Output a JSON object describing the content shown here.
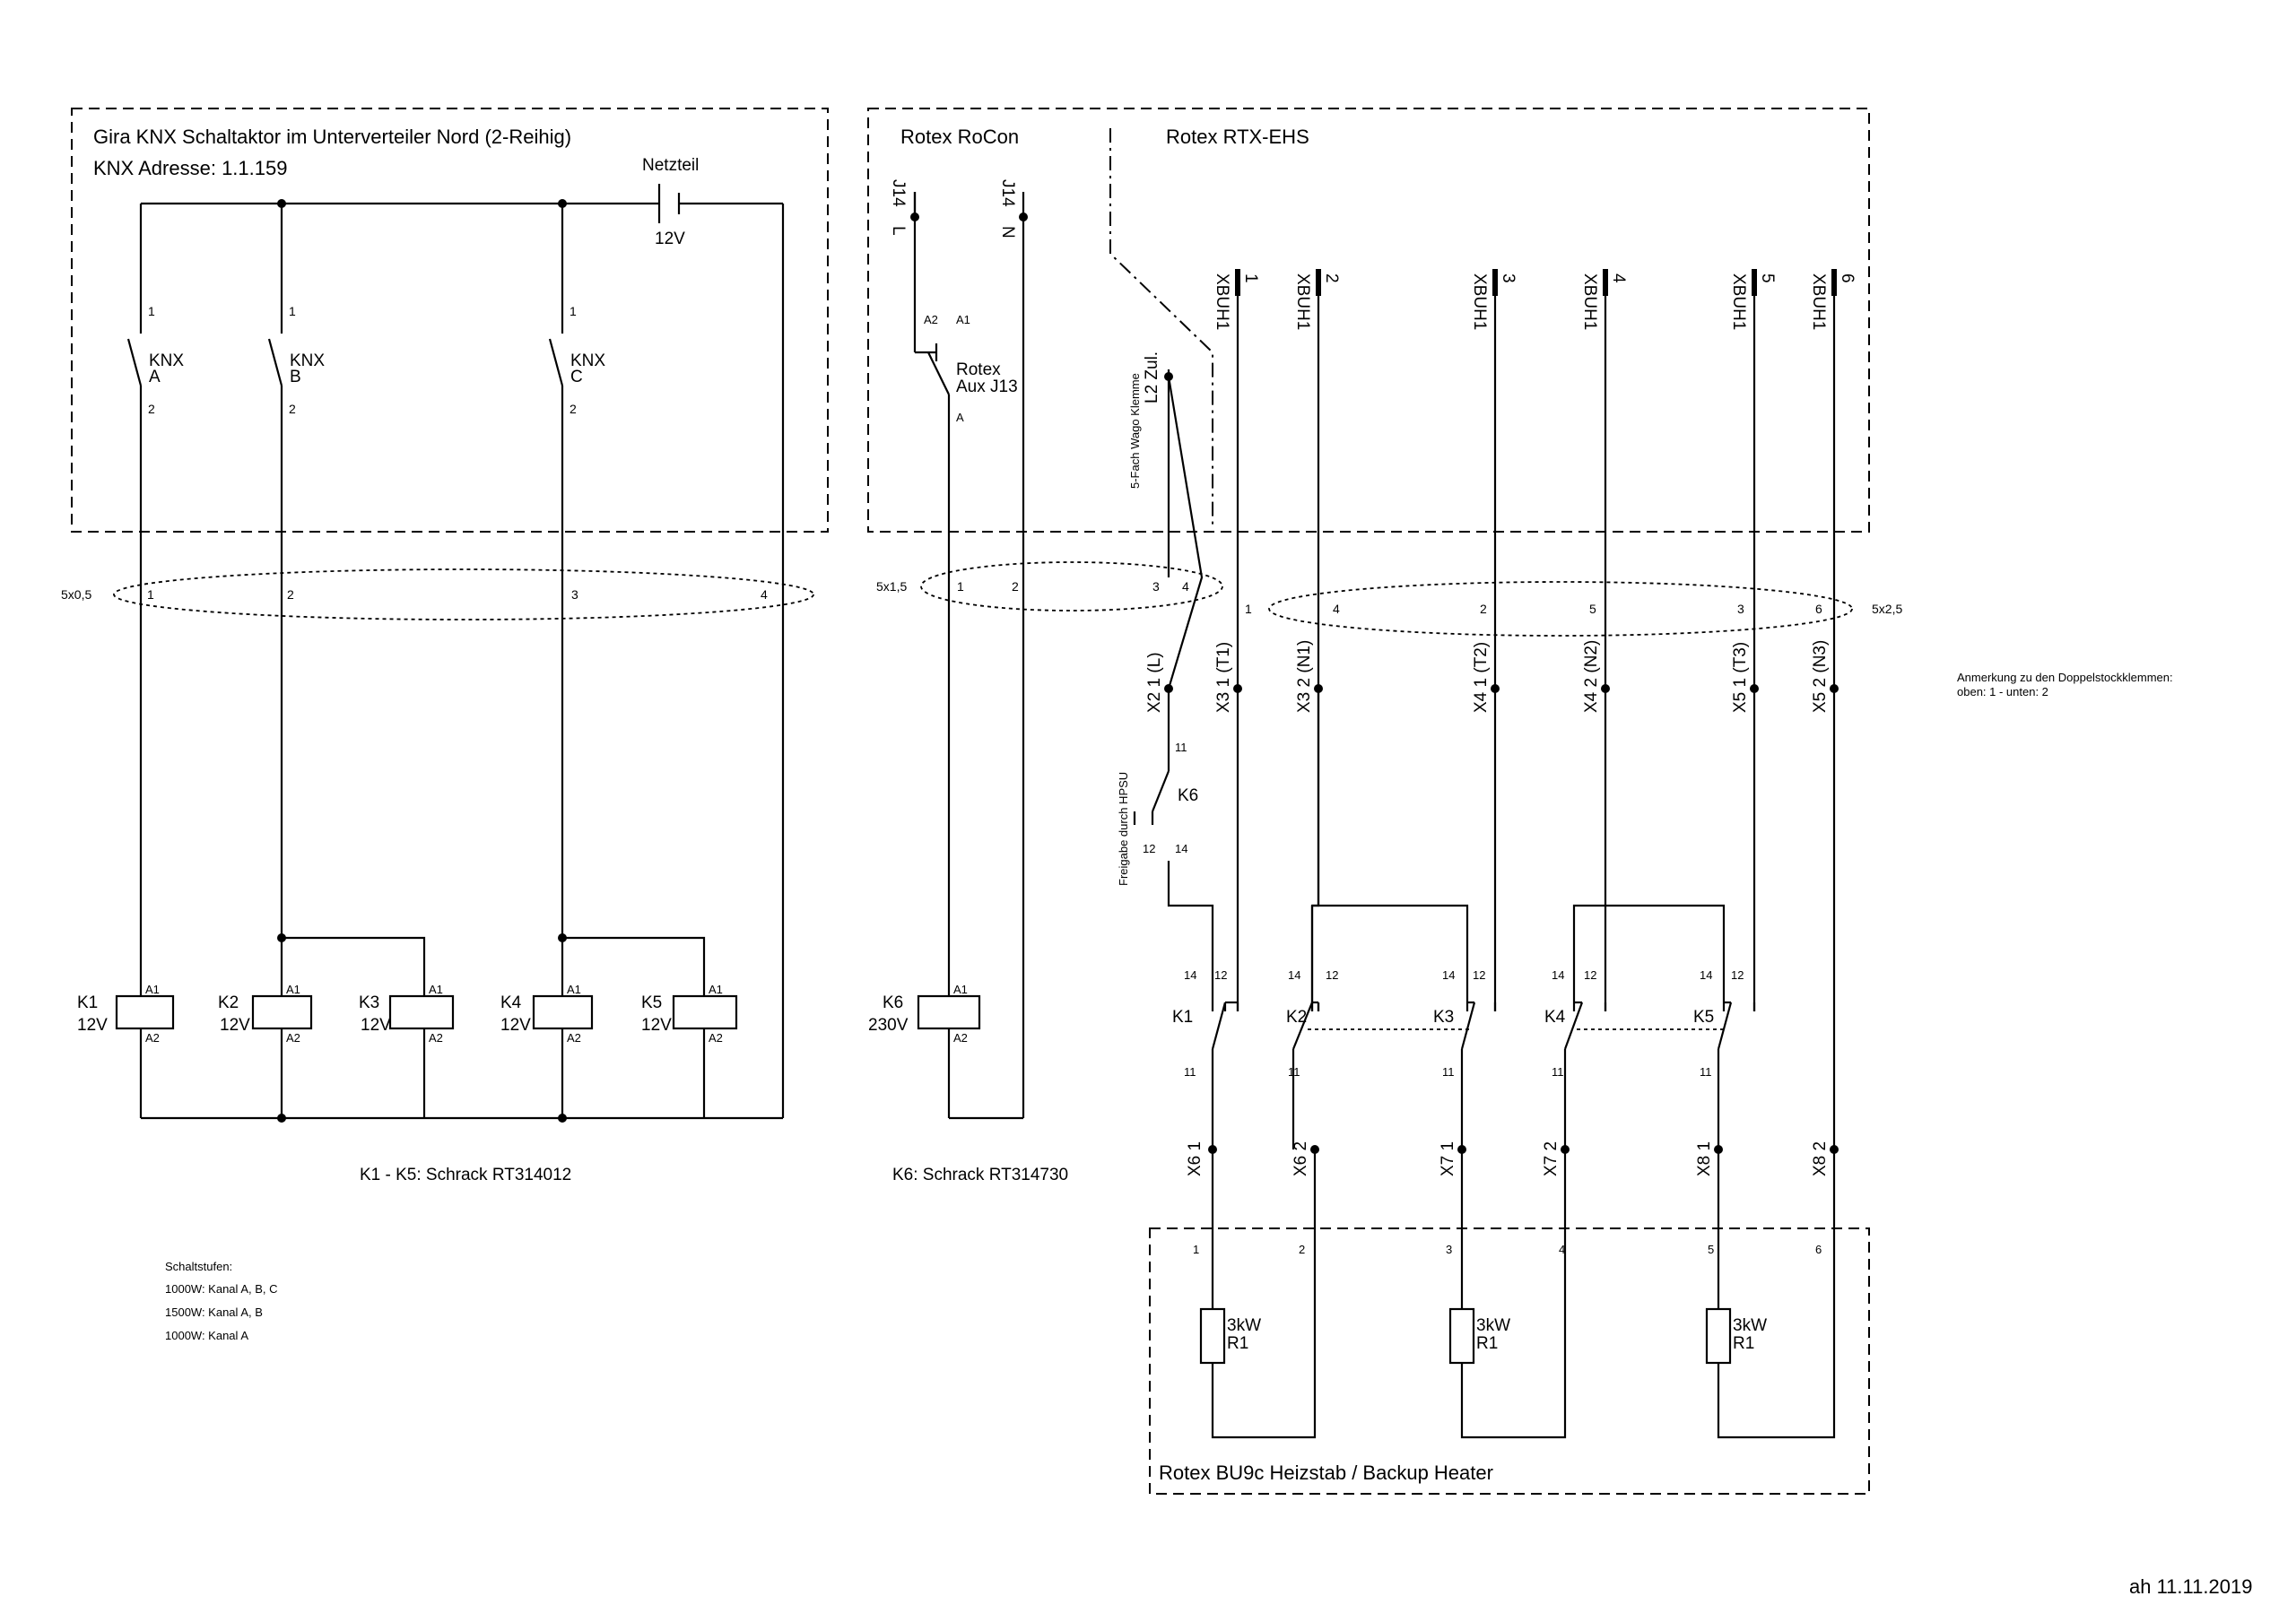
{
  "boxes": {
    "gira": {
      "title": "Gira KNX Schaltaktor im Unterverteiler Nord (2-Reihig)",
      "address": "KNX Adresse: 1.1.159"
    },
    "rocon": {
      "title": "Rotex RoCon"
    },
    "rtx": {
      "title": "Rotex RTX-EHS"
    },
    "bu9c": {
      "title": "Rotex BU9c Heizstab / Backup Heater"
    }
  },
  "power_supply": {
    "label": "Netzteil",
    "voltage": "12V"
  },
  "knx_channels": [
    {
      "name": "KNX",
      "ch": "A",
      "pin_top": "1",
      "pin_bottom": "2"
    },
    {
      "name": "KNX",
      "ch": "B",
      "pin_top": "1",
      "pin_bottom": "2"
    },
    {
      "name": "KNX",
      "ch": "C",
      "pin_top": "1",
      "pin_bottom": "2"
    }
  ],
  "cables": [
    {
      "label": "5x0,5",
      "cores": [
        "1",
        "2",
        "3",
        "4"
      ]
    },
    {
      "label": "5x1,5",
      "cores": [
        "1",
        "2",
        "3",
        "4"
      ]
    },
    {
      "label": "5x2,5",
      "cores": [
        "1",
        "4",
        "2",
        "5",
        "3",
        "6"
      ]
    }
  ],
  "j14": [
    {
      "label": "J14",
      "pin": "L"
    },
    {
      "label": "J14",
      "pin": "N"
    }
  ],
  "rocon_aux": {
    "label": "Rotex",
    "label2": "Aux J13",
    "pin_a2": "A2",
    "pin_a1": "A1",
    "pin_a": "A"
  },
  "xbuh": [
    {
      "label": "XBUH1",
      "pin": "1"
    },
    {
      "label": "XBUH1",
      "pin": "2"
    },
    {
      "label": "XBUH1",
      "pin": "3"
    },
    {
      "label": "XBUH1",
      "pin": "4"
    },
    {
      "label": "XBUH1",
      "pin": "5"
    },
    {
      "label": "XBUH1",
      "pin": "6"
    }
  ],
  "wago": {
    "line1": "5-Fach Wago Klemme",
    "line2": "L2 Zul."
  },
  "terminals_top": [
    "X2  1 (L)",
    "X3  1 (T1)",
    "X3  2 (N1)",
    "X4  1 (T2)",
    "X4  2 (N2)",
    "X5  1 (T3)",
    "X5  2 (N3)"
  ],
  "terminals_bottom": [
    "X6  1",
    "X6  2",
    "X7  1",
    "X7  2",
    "X8  1",
    "X8  2"
  ],
  "k6_contact": {
    "label": "K6",
    "p11": "11",
    "p12": "12",
    "p14": "14",
    "note": "Freigabe durch HPSU"
  },
  "coils": [
    {
      "name": "K1",
      "volt": "12V",
      "a1": "A1",
      "a2": "A2"
    },
    {
      "name": "K2",
      "volt": "12V",
      "a1": "A1",
      "a2": "A2"
    },
    {
      "name": "K3",
      "volt": "12V",
      "a1": "A1",
      "a2": "A2"
    },
    {
      "name": "K4",
      "volt": "12V",
      "a1": "A1",
      "a2": "A2"
    },
    {
      "name": "K5",
      "volt": "12V",
      "a1": "A1",
      "a2": "A2"
    },
    {
      "name": "K6",
      "volt": "230V",
      "a1": "A1",
      "a2": "A2"
    }
  ],
  "contacts": [
    {
      "name": "K1",
      "p14": "14",
      "p12": "12",
      "p11": "11"
    },
    {
      "name": "K2",
      "p14": "14",
      "p12": "12",
      "p11": "11"
    },
    {
      "name": "K3",
      "p14": "14",
      "p12": "12",
      "p11": "11"
    },
    {
      "name": "K4",
      "p14": "14",
      "p12": "12",
      "p11": "11"
    },
    {
      "name": "K5",
      "p14": "14",
      "p12": "12",
      "p11": "11"
    }
  ],
  "heaters": [
    {
      "power": "3kW",
      "name": "R1"
    },
    {
      "power": "3kW",
      "name": "R1"
    },
    {
      "power": "3kW",
      "name": "R1"
    }
  ],
  "heater_pins": [
    "1",
    "2",
    "3",
    "4",
    "5",
    "6"
  ],
  "relay_types": {
    "k1_k5": "K1 - K5: Schrack RT314012",
    "k6": "K6: Schrack RT314730"
  },
  "stages": {
    "title": "Schaltstufen:",
    "lines": [
      "1000W: Kanal A, B, C",
      "1500W: Kanal A, B",
      "1000W: Kanal A"
    ]
  },
  "note": {
    "line1": "Anmerkung zu den Doppelstockklemmen:",
    "line2": "oben: 1  -  unten: 2"
  },
  "signature": "ah 11.11.2019"
}
